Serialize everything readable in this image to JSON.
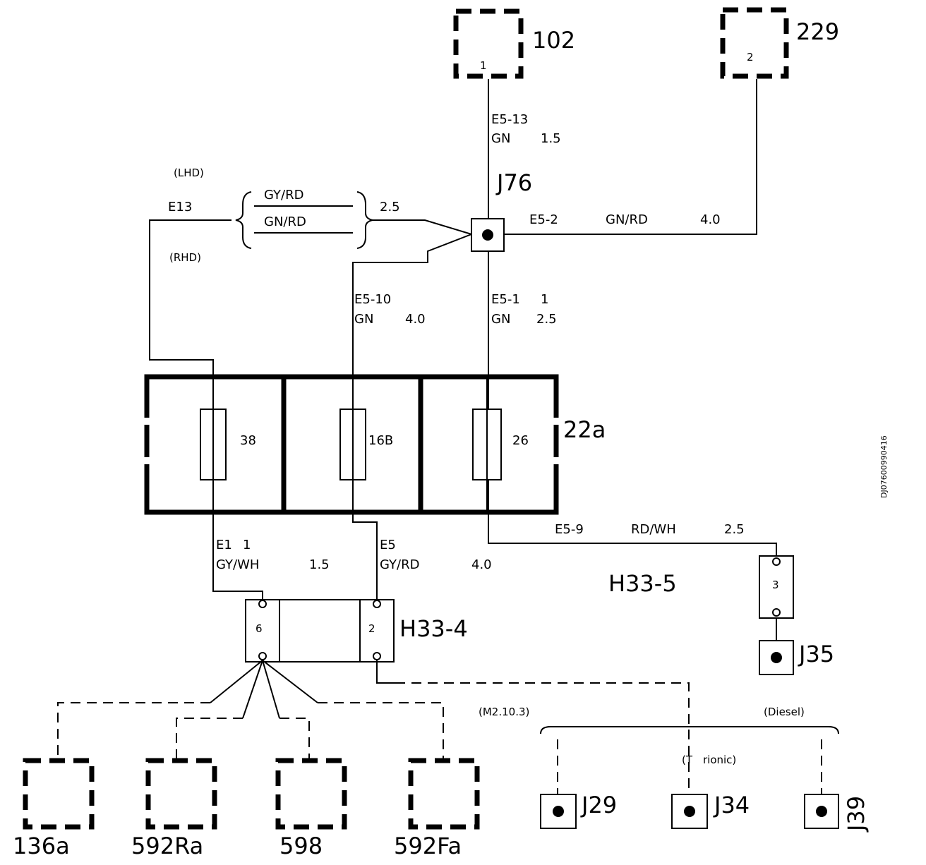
{
  "components": {
    "c102": {
      "label": "102",
      "pin": "1"
    },
    "c229": {
      "label": "229",
      "pin": "2"
    },
    "c136a": {
      "label": "136a"
    },
    "c592Ra": {
      "label": "592Ra"
    },
    "c598": {
      "label": "598"
    },
    "c592Fa": {
      "label": "592Fa"
    }
  },
  "fusebox": {
    "label": "22a",
    "fuses": [
      "38",
      "16B",
      "26"
    ]
  },
  "connectors": {
    "h33_4": {
      "label": "H33-4",
      "pins": [
        "6",
        "2"
      ]
    },
    "h33_5": {
      "label": "H33-5",
      "pin": "3"
    }
  },
  "junctions": {
    "j76": "J76",
    "j35": "J35",
    "j29": "J29",
    "j34": "J34",
    "j39": "J39"
  },
  "wires": {
    "e5_13": {
      "id": "E5-13",
      "color": "GN",
      "size": "1.5"
    },
    "e5_2": {
      "id": "E5-2",
      "color": "GN/RD",
      "size": "4.0"
    },
    "e13": {
      "id": "E13",
      "lhd": "(LHD)",
      "rhd": "(RHD)",
      "color_a": "GY/RD",
      "color_b": "GN/RD",
      "size": "2.5"
    },
    "e5_10": {
      "id": "E5-10",
      "color": "GN",
      "size": "4.0"
    },
    "e5_11": {
      "id": "E5-1",
      "id_suffix": "1",
      "color": "GN",
      "size": "2.5"
    },
    "e5_9": {
      "id": "E5-9",
      "color": "RD/WH",
      "size": "2.5"
    },
    "e11": {
      "id": "E1",
      "id_suffix": "1",
      "color": "GY/WH",
      "size": "1.5"
    },
    "e5": {
      "id": "E5",
      "color": "GY/RD",
      "size": "4.0"
    }
  },
  "variants": {
    "m2103": "(M2.10.3)",
    "trionic": "(T",
    "trionic_b": "rionic)",
    "diesel": "(Diesel)"
  },
  "doc_id": "DJ07600990416"
}
